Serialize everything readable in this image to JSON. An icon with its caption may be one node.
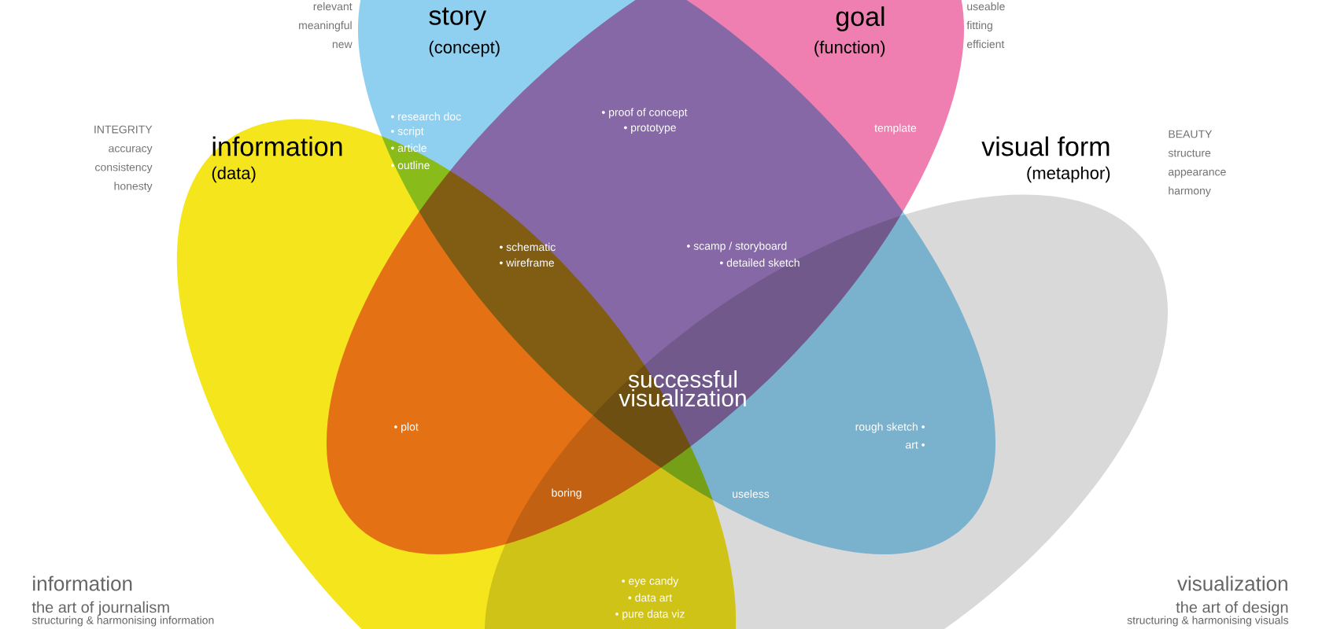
{
  "diagram": {
    "nodes": [
      {
        "text": [
          "story",
          "(concept)"
        ],
        "beside": [
          "relevant meaningful new"
        ]
      },
      {
        "text": [
          "goal",
          "(function)"
        ],
        "beside": [
          "useable fitting efficient"
        ]
      },
      {
        "text": [
          "information",
          "(data)"
        ],
        "beside": [
          "INTEGRITY accuracy consistency honesty"
        ]
      },
      {
        "text": [
          "visual form",
          "(metaphor)"
        ],
        "beside": [
          "BEAUTY structure appearance harmony"
        ]
      }
    ],
    "labels": [
      "• research doc",
      "• script",
      "• article",
      "• outline",
      "• proof of concept",
      "• prototype",
      "template",
      "• schematic",
      "• wireframe",
      "• scamp / storyboard",
      "• detailed sketch",
      "successful visualization",
      "• plot",
      "rough sketch •",
      "art •",
      "boring",
      "useless",
      "• eye candy",
      "• data art",
      "• pure data viz",
      "information",
      "the art of journalism",
      "structuring & harmonising information",
      "visualization",
      "the art of design",
      "structuring & harmonising visuals"
    ]
  }
}
